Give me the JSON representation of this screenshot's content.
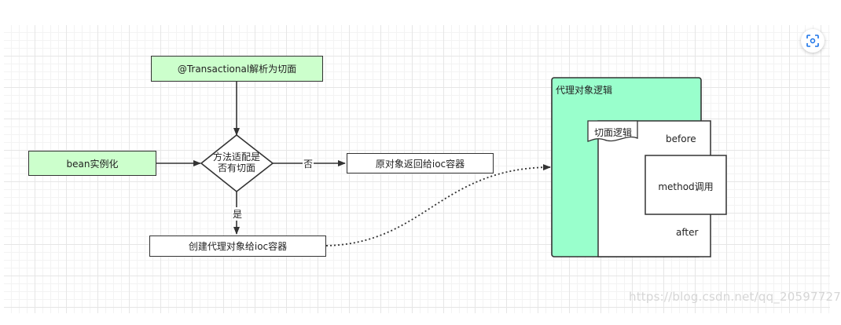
{
  "flowchart": {
    "transactional_node": "@Transactional解析为切面",
    "bean_node": "bean实例化",
    "decision_line1": "方法适配是",
    "decision_line2": "否有切面",
    "no_label": "否",
    "yes_label": "是",
    "return_original_node": "原对象返回给ioc容器",
    "create_proxy_node": "创建代理对象给ioc容器"
  },
  "proxy_container": {
    "title": "代理对象逻辑",
    "aspect_label": "切面逻辑",
    "before_label": "before",
    "method_label": "method调用",
    "after_label": "after"
  },
  "watermark": "https://blog.csdn.net/qq_20597727",
  "colors": {
    "light_green": "#ccffcc",
    "mint": "#99ffcc",
    "container_border": "#2e8b57",
    "accent_blue": "#1a73e8"
  },
  "icons": {
    "fab": "scan-icon"
  }
}
